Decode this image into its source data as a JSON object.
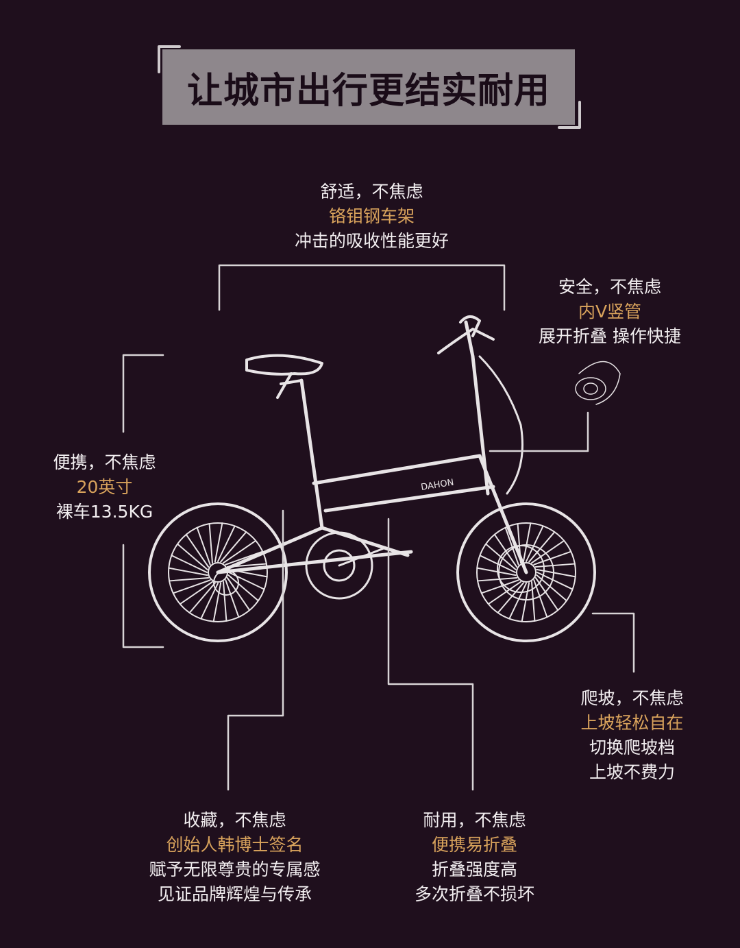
{
  "title": "让城市出行更结实耐用",
  "colors": {
    "background": "#1f0f1d",
    "title_box": "#8e878c",
    "highlight": "#d9a35c",
    "text": "#f2eef0",
    "line": "#e8e4e6"
  },
  "bike_brand": "DAHON",
  "callouts": {
    "frame": {
      "heading": "舒适，不焦虑",
      "highlight": "铬钼钢车架",
      "lines": [
        "冲击的吸收性能更好"
      ]
    },
    "stem": {
      "heading": "安全，不焦虑",
      "highlight": "内V竖管",
      "lines": [
        "展开折叠 操作快捷"
      ]
    },
    "wheel": {
      "heading": "便携，不焦虑",
      "highlight": "20英寸",
      "lines": [
        "裸车13.5KG"
      ]
    },
    "gear": {
      "heading": "爬坡，不焦虑",
      "highlight": "上坡轻松自在",
      "lines": [
        "切换爬坡档",
        "上坡不费力"
      ]
    },
    "collect": {
      "heading": "收藏，不焦虑",
      "highlight": "创始人韩博士签名",
      "lines": [
        "赋予无限尊贵的专属感",
        "见证品牌辉煌与传承"
      ]
    },
    "durable": {
      "heading": "耐用，不焦虑",
      "highlight": "便携易折叠",
      "lines": [
        "折叠强度高",
        "多次折叠不损坏"
      ]
    }
  }
}
